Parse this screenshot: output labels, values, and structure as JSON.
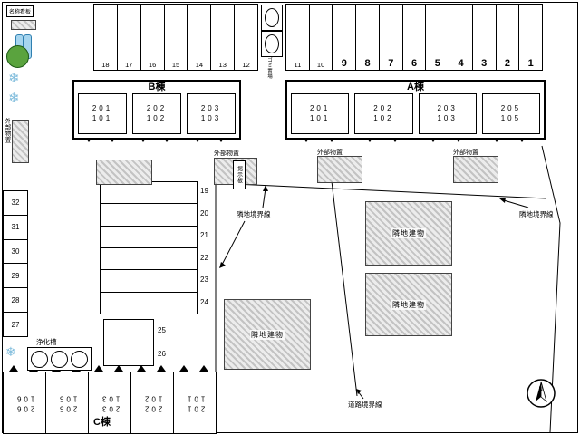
{
  "legend": {
    "name_sign": "名称看板",
    "ext_storage": "外部物置",
    "board": "掲示板",
    "trash": "ゴミ置場",
    "septic": "浄化槽"
  },
  "parking": {
    "row_top_left": [
      "18",
      "17",
      "16",
      "15",
      "14",
      "13",
      "12"
    ],
    "row_top_right": [
      "11",
      "10",
      "9",
      "8",
      "7",
      "6",
      "5",
      "4",
      "3",
      "2",
      "1"
    ],
    "col_left": [
      "32",
      "31",
      "30",
      "29",
      "28",
      "27"
    ],
    "stack_mid": [
      "19",
      "20",
      "21",
      "22",
      "23",
      "24"
    ],
    "stack_mid_small": [
      "25",
      "26"
    ]
  },
  "building_b": {
    "name": "B棟",
    "units": [
      {
        "u": "201",
        "l": "101"
      },
      {
        "u": "202",
        "l": "102"
      },
      {
        "u": "203",
        "l": "103"
      }
    ]
  },
  "building_a": {
    "name": "A棟",
    "units": [
      {
        "u": "201",
        "l": "101"
      },
      {
        "u": "202",
        "l": "102"
      },
      {
        "u": "203",
        "l": "103"
      },
      {
        "u": "205",
        "l": "105"
      }
    ]
  },
  "building_c": {
    "name": "C棟",
    "units": [
      {
        "u": "206",
        "l": "106"
      },
      {
        "u": "205",
        "l": "105"
      },
      {
        "u": "203",
        "l": "103"
      },
      {
        "u": "202",
        "l": "102"
      },
      {
        "u": "201",
        "l": "101"
      }
    ]
  },
  "labels": {
    "neighbor_boundary": "隣地境界線",
    "road_boundary": "道路境界線",
    "neighbor_building": "隣地建物"
  },
  "compass": {
    "north": "N"
  },
  "colors": {
    "line": "#000000",
    "hatch": "#c3c3c3",
    "snow": "#7fbcdc"
  }
}
